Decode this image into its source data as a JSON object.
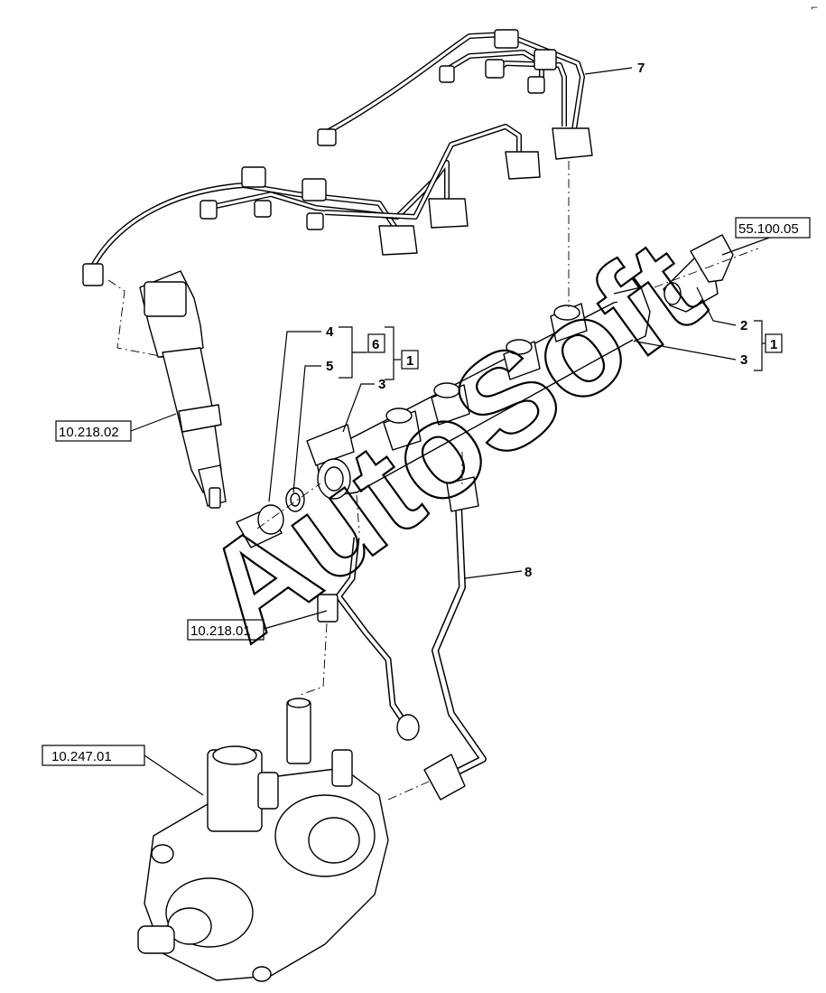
{
  "colors": {
    "ink": "#000000",
    "paper": "#ffffff"
  },
  "watermark": "AutoSoft",
  "labels": {
    "item7": "7",
    "item8": "8",
    "item4": "4",
    "item5": "5",
    "item6": "6",
    "item1_left": "1",
    "item3_left": "3",
    "item2": "2",
    "item3_right": "3",
    "item1_right": "1"
  },
  "references": {
    "sensor": "55.100.05",
    "injector": "10.218.02",
    "leakoff": "10.218.01",
    "pump": "10.247.01"
  },
  "corner_mark": "⌐"
}
